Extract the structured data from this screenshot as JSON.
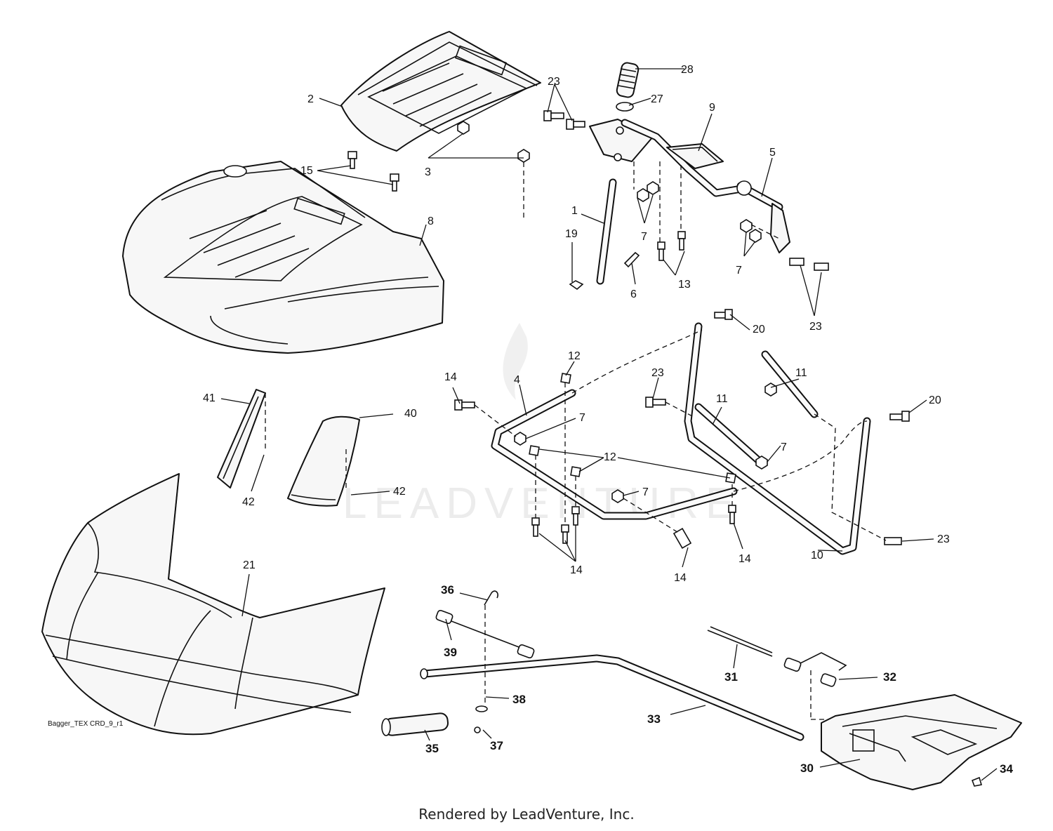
{
  "watermark": "LEADVENTURE",
  "drawing_code": "Bagger_TEX CRD_9_r1",
  "footer": "Rendered by LeadVenture, Inc.",
  "callouts": {
    "c1": "1",
    "c2": "2",
    "c3": "3",
    "c4": "4",
    "c5": "5",
    "c6": "6",
    "c7": "7",
    "c8": "8",
    "c9": "9",
    "c10": "10",
    "c11": "11",
    "c12": "12",
    "c13": "13",
    "c14": "14",
    "c15": "15",
    "c19": "19",
    "c20": "20",
    "c21": "21",
    "c23": "23",
    "c27": "27",
    "c28": "28",
    "c30": "30",
    "c31": "31",
    "c32": "32",
    "c33": "33",
    "c34": "34",
    "c35": "35",
    "c36": "36",
    "c37": "37",
    "c38": "38",
    "c39": "39",
    "c40": "40",
    "c41": "41",
    "c42": "42"
  }
}
